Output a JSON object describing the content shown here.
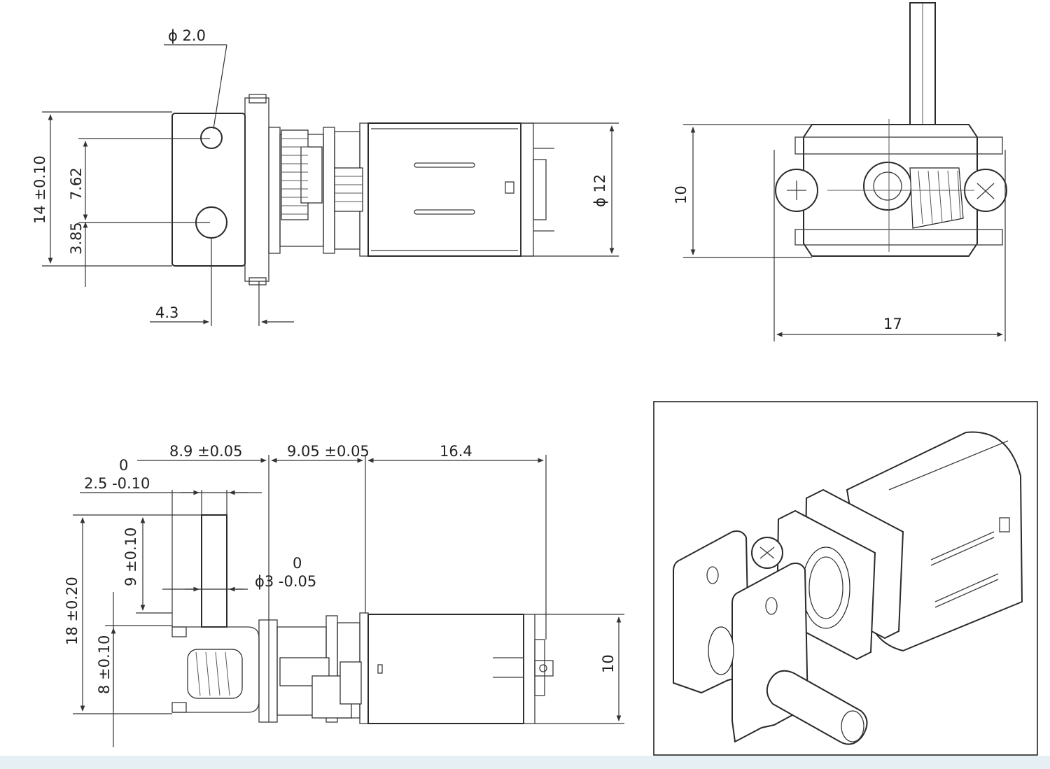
{
  "dimensions": {
    "hole_dia": "ϕ 2.0",
    "height_14": "14 ±0.10",
    "d_762": "7.62",
    "d_385": "3.85",
    "d_43": "4.3",
    "motor_dia": "ϕ 12",
    "side_10": "10",
    "width_17": "17",
    "d_89": "8.9 ±0.05",
    "d_905": "9.05 ±0.05",
    "d_164": "16.4",
    "tol_0_a": "0",
    "d_25": "2.5 -0.10",
    "tol_0_b": "0",
    "shaft_dia": "ϕ3 -0.05",
    "d_9": "9 ±0.10",
    "d_18": "18 ±0.20",
    "d_8": "8 ±0.10",
    "bottom_10": "10"
  }
}
